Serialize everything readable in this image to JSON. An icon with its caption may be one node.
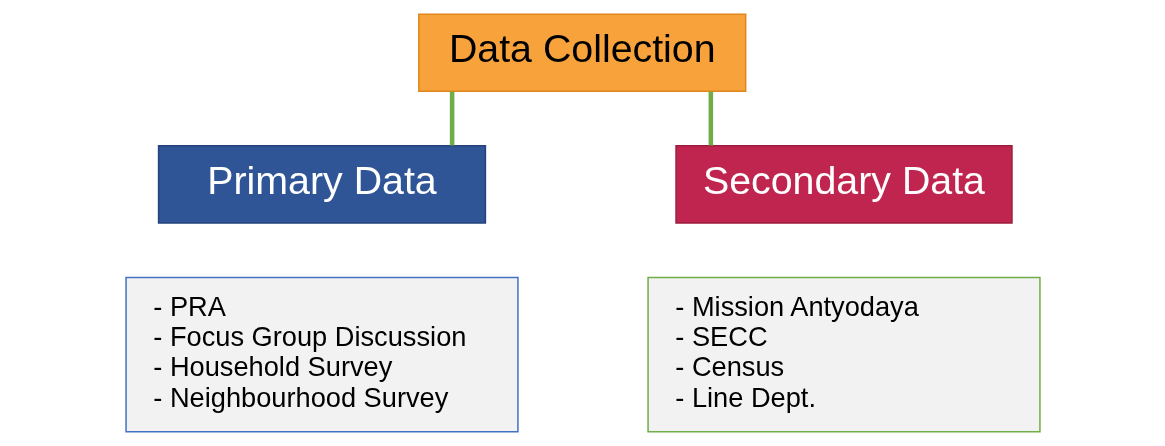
{
  "diagram": {
    "nodes": [
      {
        "text": [
          "Data Collection"
        ]
      },
      {
        "text": [
          "Primary Data"
        ]
      },
      {
        "text": [
          "- PRA",
          "- Focus Group Discussion",
          "- Household Survey",
          "- Neighbourhood Survey"
        ]
      },
      {
        "text": [
          "Secondary Data"
        ]
      },
      {
        "text": [
          "- Mission Antyodaya",
          "- SECC",
          "- Census",
          "- Line Dept."
        ]
      }
    ],
    "edges": [
      {
        "from": 0,
        "to": 1,
        "arrow": "none"
      },
      {
        "from": 0,
        "to": 3,
        "arrow": "none"
      }
    ]
  }
}
